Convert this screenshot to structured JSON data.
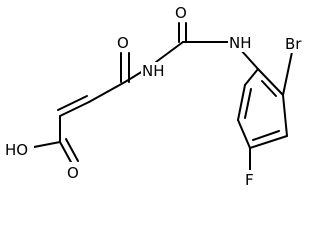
{
  "molecule": {
    "labels": {
      "carbonyl_o1": "O",
      "carbonyl_o2": "O",
      "amide_nh": "NH",
      "aryl_nh": "NH",
      "bromo": "Br",
      "fluoro": "F",
      "hydroxyl": "HO",
      "acid_o": "O"
    }
  },
  "colors": {
    "bond": "#000000",
    "text": "#000000",
    "background": "#ffffff"
  }
}
